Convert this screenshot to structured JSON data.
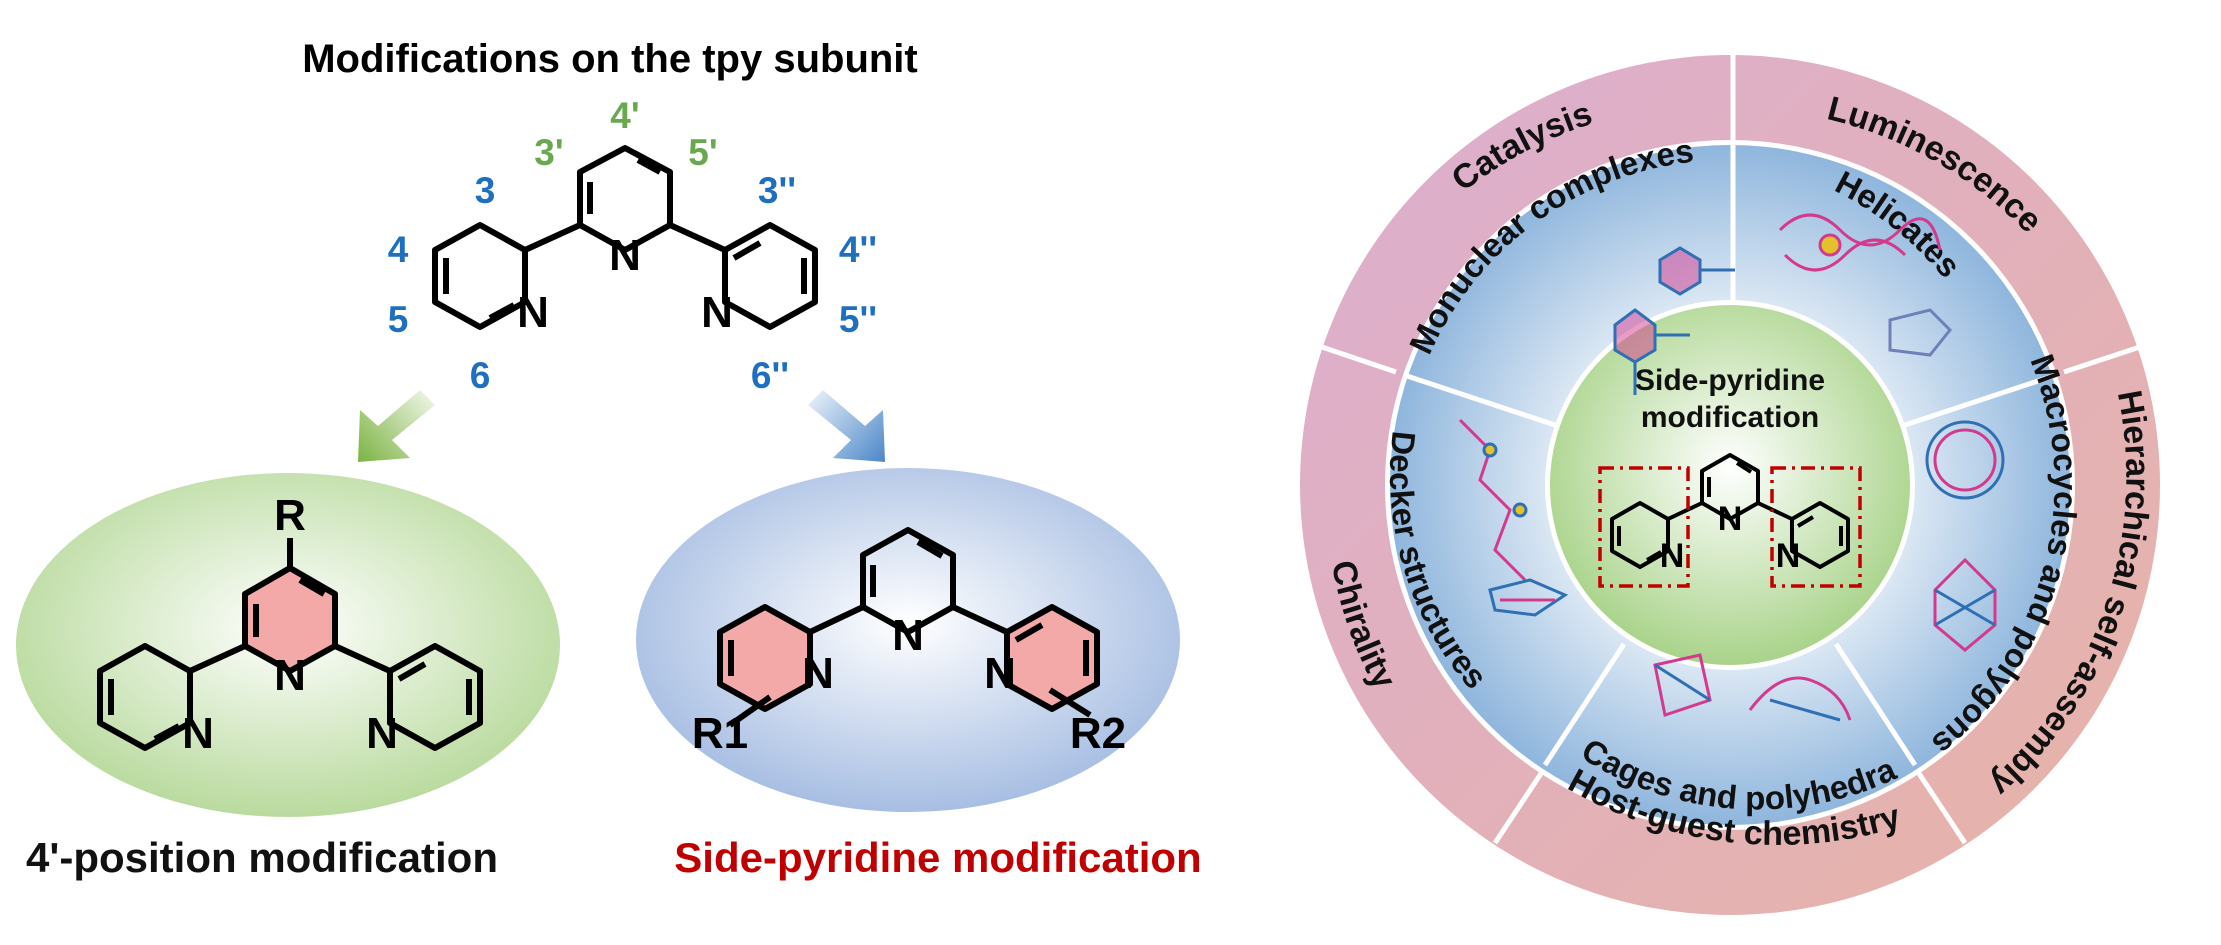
{
  "colors": {
    "blue_label": "#1e6fc0",
    "green_label": "#6aa84f",
    "red_caption": "#c00000",
    "pyridine_fill": "#f4a9a9",
    "outer_ring": "#e3b4b6",
    "inner_ring": "#a9c6e4",
    "center": "#b6d89b",
    "dash_box": "#c00000"
  },
  "left": {
    "title": "Modifications on the tpy subunit",
    "positions": {
      "p3": "3",
      "p4": "4",
      "p5": "5",
      "p6": "6",
      "p3p": "3'",
      "p4p": "4'",
      "p5p": "5'",
      "p3pp": "3''",
      "p4pp": "4''",
      "p5pp": "5''",
      "p6pp": "6''"
    },
    "atom_N": "N",
    "substituent_R": "R",
    "substituent_R1": "R1",
    "substituent_R2": "R2",
    "caption_4pos": "4'-position modification",
    "caption_side": "Side-pyridine modification"
  },
  "wheel": {
    "outer": [
      {
        "label": "Catalysis"
      },
      {
        "label": "Luminescence"
      },
      {
        "label": "Hierarchical self-assembly"
      },
      {
        "label": "Host-guest chemistry"
      },
      {
        "label": "Chirality"
      }
    ],
    "inner": [
      {
        "label": "Monuclear complexes"
      },
      {
        "label": "Helicates"
      },
      {
        "label": "Macrocycles and polygons"
      },
      {
        "label": "Cages and polyhedra"
      },
      {
        "label": "Decker structures"
      }
    ],
    "center_line1": "Side-pyridine",
    "center_line2": "modification"
  }
}
